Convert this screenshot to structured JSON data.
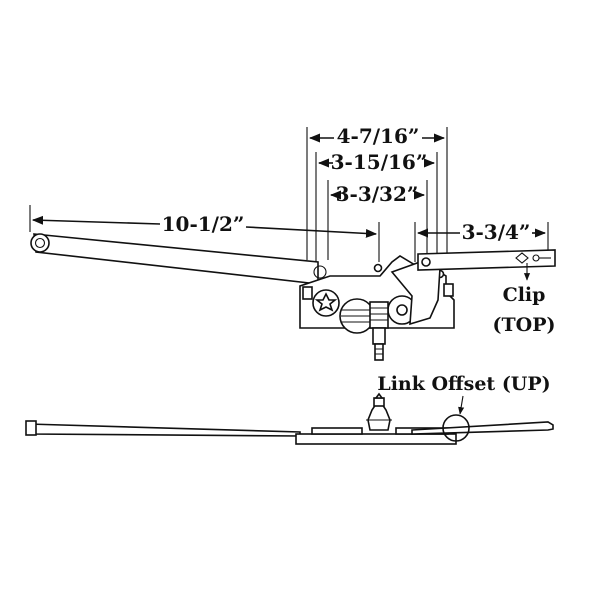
{
  "dimensions": {
    "overall_width": "4-7/16”",
    "housing_width": "3-15/16”",
    "inner_width": "3-3/32”",
    "main_arm_length": "10-1/2”",
    "link_arm_length": "3-3/4”"
  },
  "labels": {
    "clip_line1": "Clip",
    "clip_line2": "(TOP)",
    "link_offset": "Link Offset (UP)"
  },
  "colors": {
    "ink": "#111111",
    "background": "#ffffff"
  }
}
